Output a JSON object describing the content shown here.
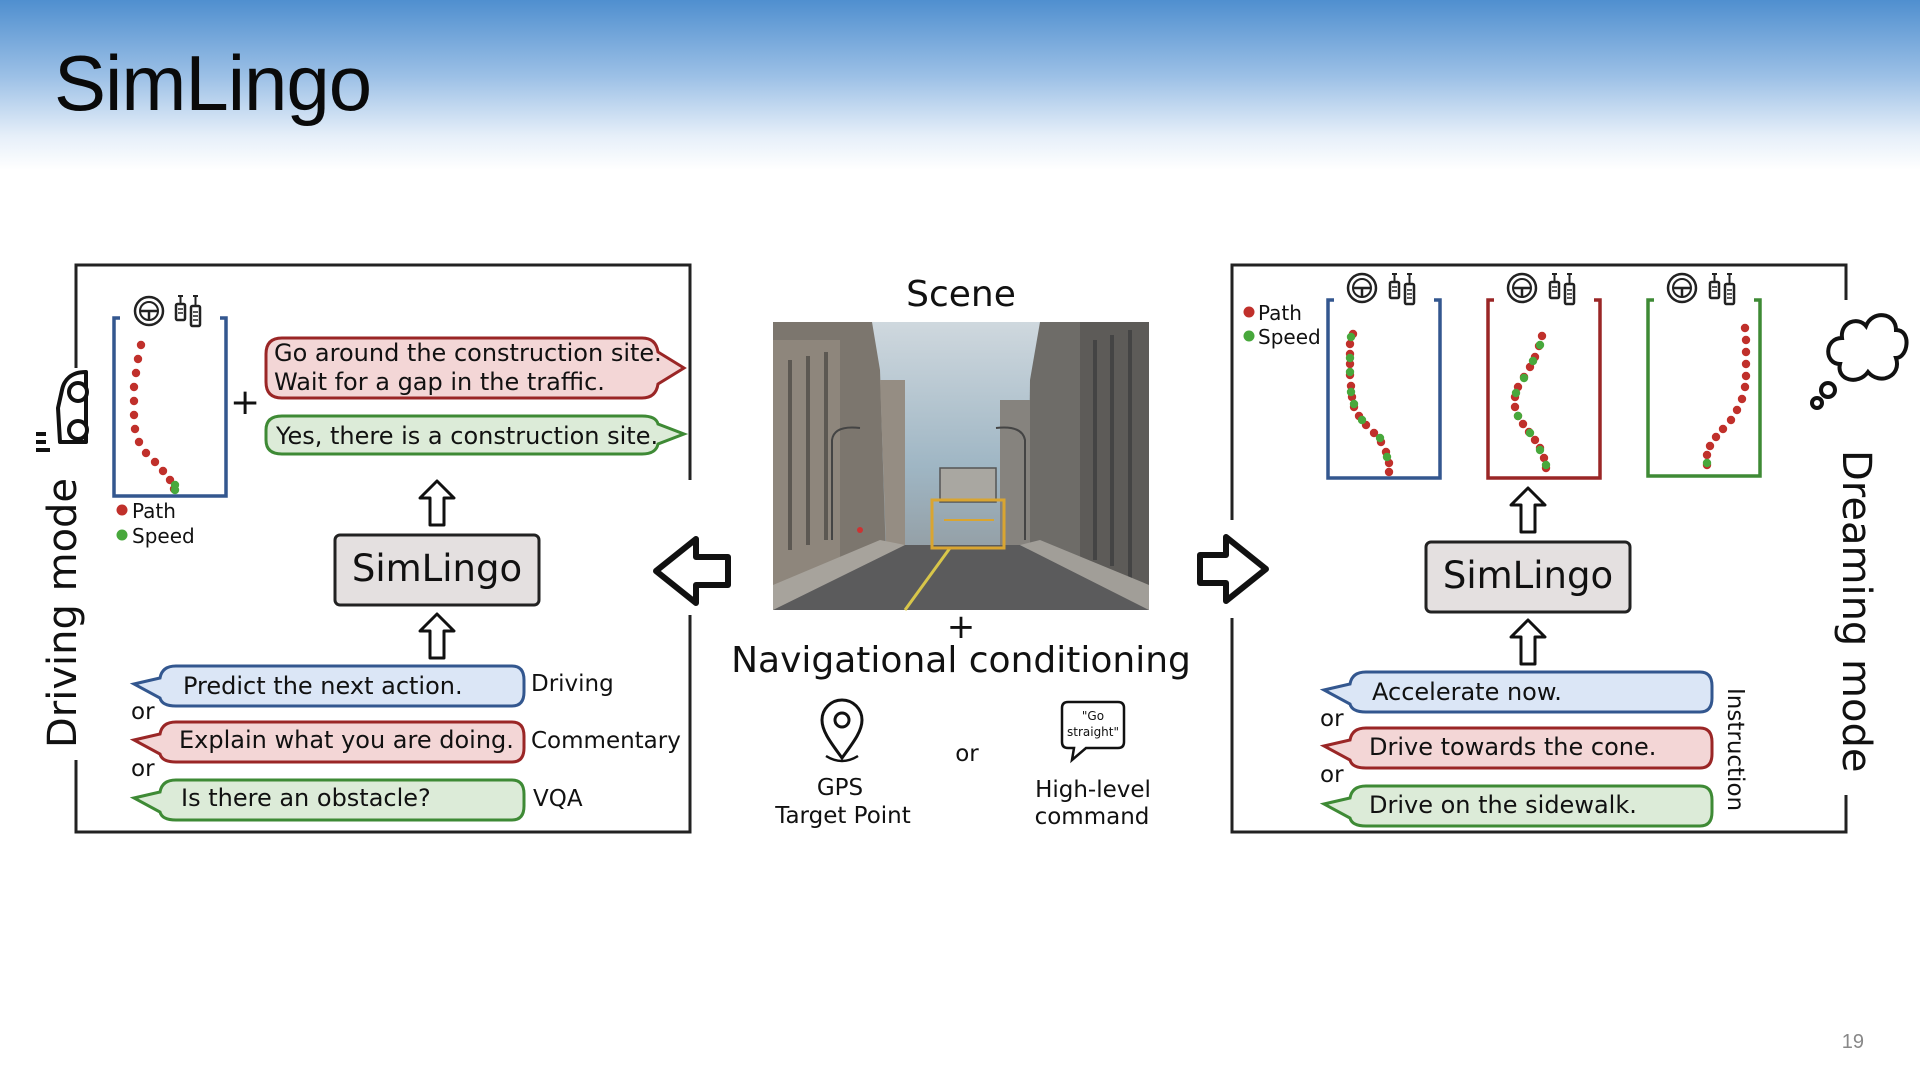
{
  "slide": {
    "title": "SimLingo",
    "page_number": "19"
  },
  "colors": {
    "path_dot": "#c0302b",
    "speed_dot": "#48a83c",
    "blue": "#33578f",
    "red": "#9a2626",
    "green": "#3e8a35",
    "blue_fill": "#dbe6f6",
    "red_fill": "#f3d6d6",
    "green_fill": "#dcebd8",
    "model_fill": "#e4e0e0"
  },
  "icons": [
    "car-icon",
    "steering-wheel-icon",
    "pedals-icon",
    "thought-cloud-icon",
    "location-pin-icon",
    "speech-bubble-icon",
    "arrow-up-icon",
    "arrow-left-icon",
    "arrow-right-icon"
  ],
  "driving_mode": {
    "label": "Driving mode",
    "legend": {
      "path": "Path",
      "speed": "Speed"
    },
    "outputs": {
      "line1": "Go around the construction site.",
      "line2": "Wait for a gap in the traffic.",
      "answer": "Yes, there is a construction site."
    },
    "plus": "+",
    "model": "SimLingo",
    "prompts": [
      {
        "text": "Predict the next action.",
        "tag": "Driving"
      },
      {
        "text": "Explain what you are doing.",
        "tag": "Commentary"
      },
      {
        "text": "Is there an obstacle?",
        "tag": "VQA"
      }
    ],
    "or": "or"
  },
  "center": {
    "scene_label": "Scene",
    "plus": "+",
    "nav_label": "Navigational conditioning",
    "gps_line1": "GPS",
    "gps_line2": "Target Point",
    "or": "or",
    "command_bubble_line1": "\"Go",
    "command_bubble_line2": "straight\"",
    "command_line1": "High-level",
    "command_line2": "command"
  },
  "dreaming_mode": {
    "label": "Dreaming mode",
    "legend": {
      "path": "Path",
      "speed": "Speed"
    },
    "model": "SimLingo",
    "instructions": [
      "Accelerate now.",
      "Drive towards the cone.",
      "Drive on the sidewalk."
    ],
    "instruction_label": "Instruction",
    "or": "or"
  }
}
